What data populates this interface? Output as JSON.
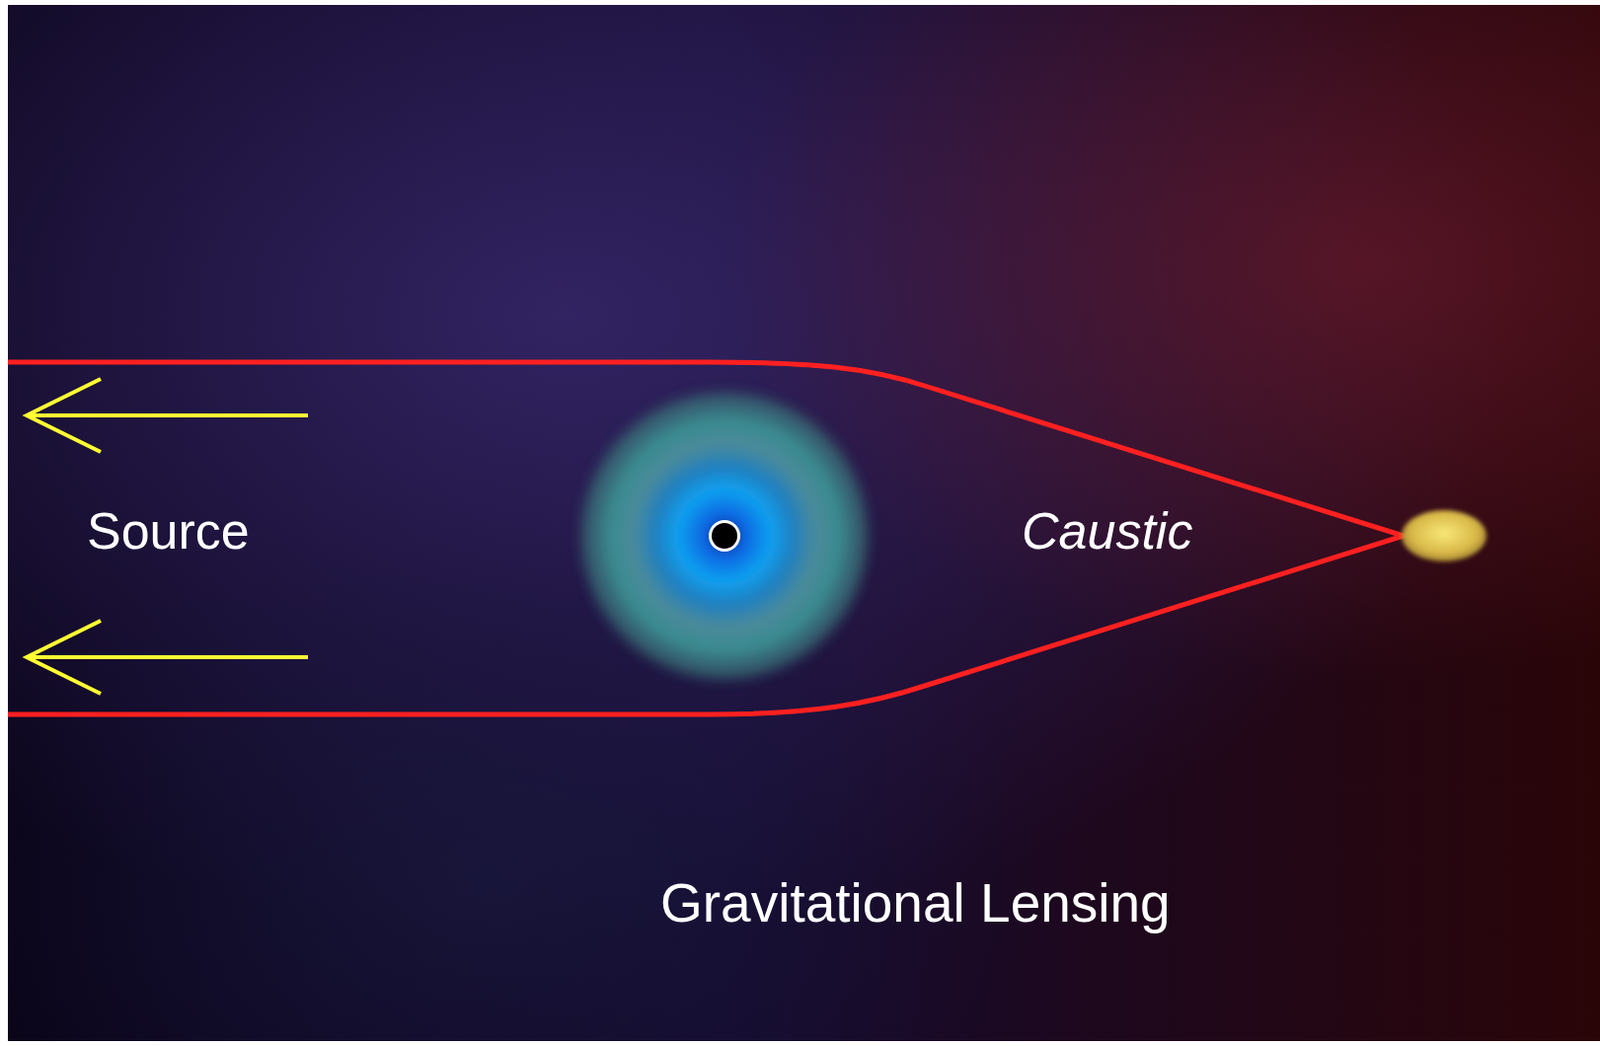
{
  "diagram": {
    "labels": [
      "Source",
      "Caustic",
      "Gravitational Lensing"
    ]
  }
}
